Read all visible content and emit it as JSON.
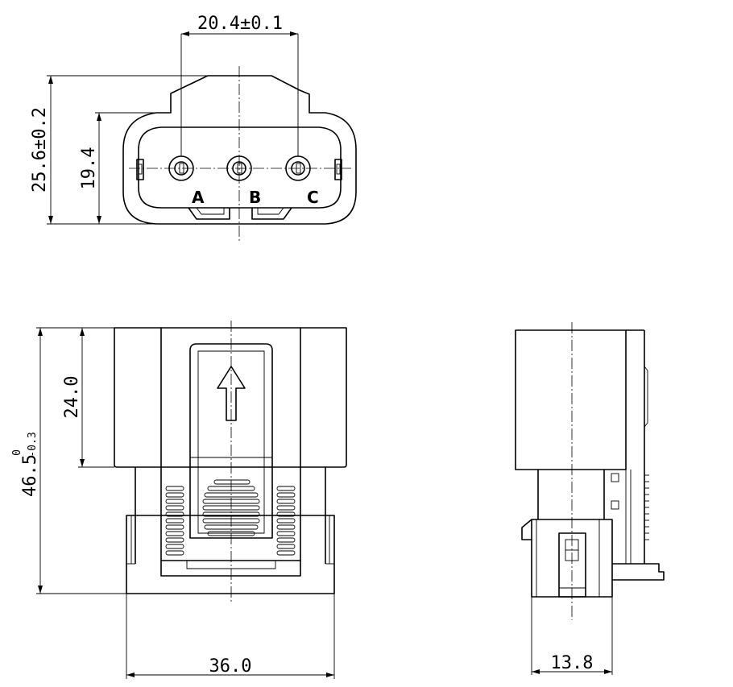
{
  "dimensions": {
    "top_width": "20.4±0.1",
    "top_height_overall": "25.6±0.2",
    "top_height_inner": "19.4",
    "front_upper_height": "24.0",
    "front_total_height_base": "46.5",
    "front_total_height_upper_tol": "0",
    "front_total_height_lower_tol": "-0.3",
    "front_width": "36.0",
    "side_width": "13.8"
  },
  "pins": {
    "a": "A",
    "b": "B",
    "c": "C"
  }
}
